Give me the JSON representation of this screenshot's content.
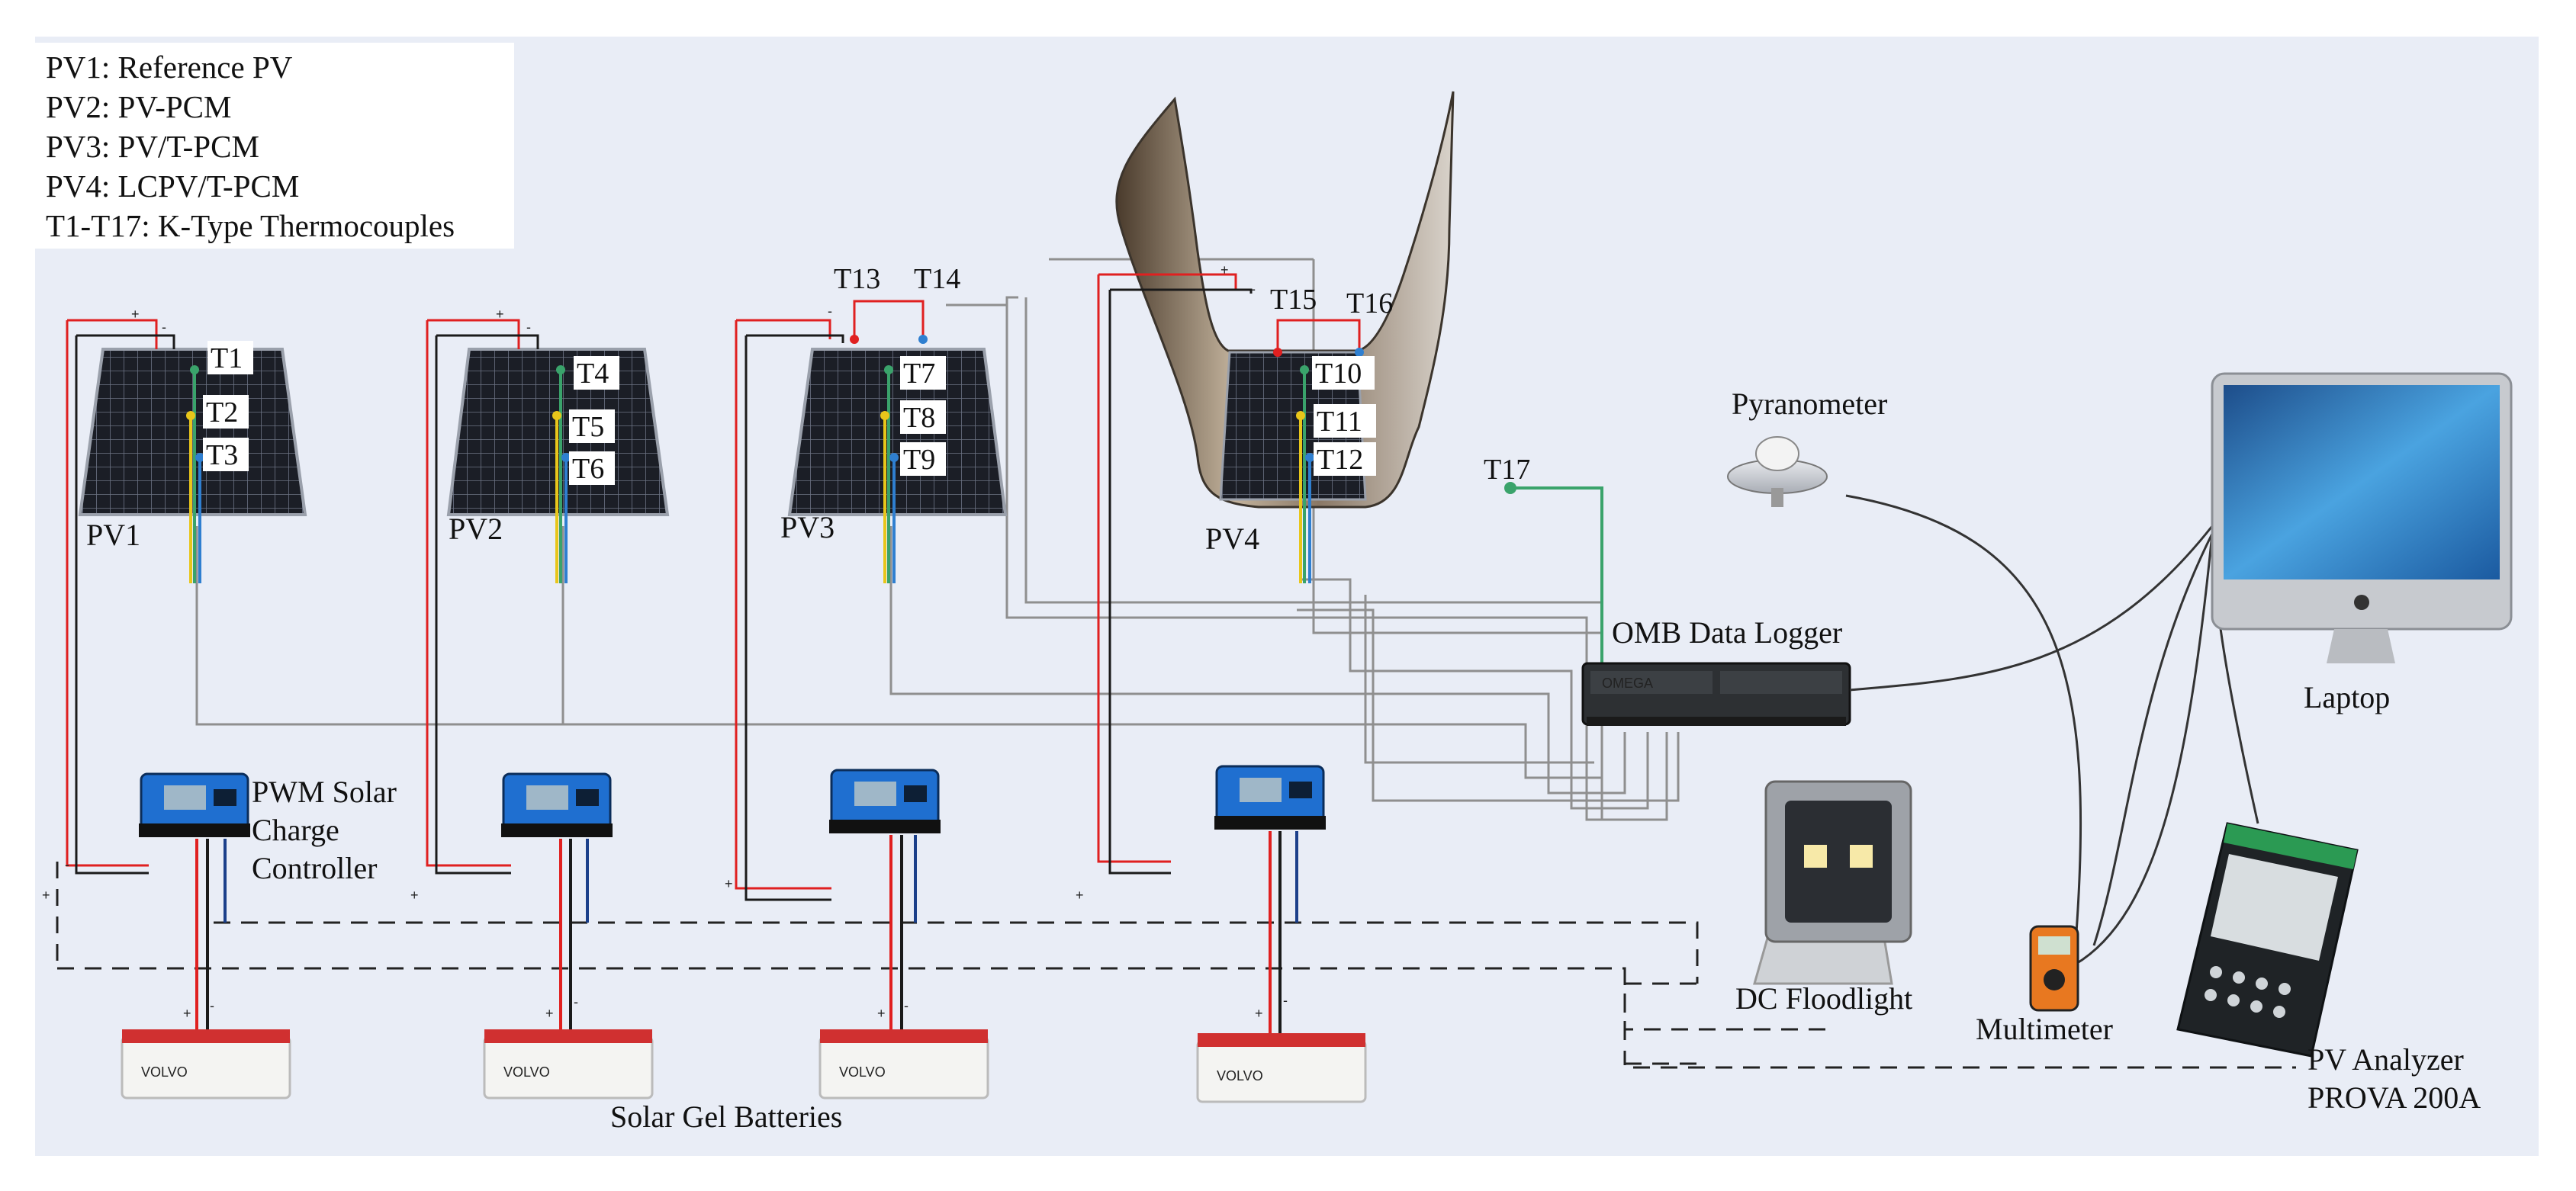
{
  "legend": [
    "PV1: Reference PV",
    "PV2: PV-PCM",
    "PV3: PV/T-PCM",
    "PV4: LCPV/T-PCM",
    "T1-T17: K-Type Thermocouples"
  ],
  "panels": [
    "PV1",
    "PV2",
    "PV3",
    "PV4"
  ],
  "thermocouples": [
    "T1",
    "T2",
    "T3",
    "T4",
    "T5",
    "T6",
    "T7",
    "T8",
    "T9",
    "T10",
    "T11",
    "T12",
    "T13",
    "T14",
    "T15",
    "T16",
    "T17"
  ],
  "components": {
    "controller": [
      "PWM Solar",
      "Charge",
      "Controller"
    ],
    "batteries": "Solar Gel Batteries",
    "battery_brand": "VOLVO",
    "logger": "OMB Data Logger",
    "logger_brand": "OMEGA",
    "pyranometer": "Pyranometer",
    "laptop": "Laptop",
    "floodlight": "DC Floodlight",
    "multimeter": "Multimeter",
    "analyzer": [
      "PV Analyzer",
      "PROVA 200A"
    ]
  },
  "polarity": {
    "plus": "+",
    "minus": "-"
  },
  "colors": {
    "background": "#e9edf6",
    "positive_wire": "#e02020",
    "negative_wire": "#1a1a1a",
    "signal_wire": "#8f8f8f",
    "thermo_yellow": "#e8c61a",
    "thermo_green": "#3aa36b",
    "thermo_blue": "#2f7fd0",
    "pv_cell": "#1b1e26",
    "controller_blue": "#1f6fd0",
    "laptop_screen": "#3f8fcf"
  }
}
